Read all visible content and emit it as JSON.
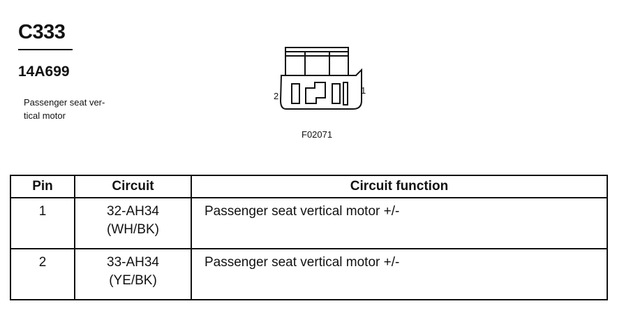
{
  "header": {
    "connector_id": "C333",
    "part_number": "14A699",
    "description_lines": [
      "Passenger seat ver-",
      "tical motor"
    ]
  },
  "figure": {
    "id": "F02071",
    "pin_left_label": "2",
    "pin_right_label": "1"
  },
  "table": {
    "columns": [
      "Pin",
      "Circuit",
      "Circuit function"
    ],
    "rows": [
      {
        "pin": "1",
        "circuit": "32-AH34",
        "wire": "(WH/BK)",
        "function": "Passenger seat vertical motor +/-"
      },
      {
        "pin": "2",
        "circuit": "33-AH34",
        "wire": "(YE/BK)",
        "function": "Passenger seat vertical motor +/-"
      }
    ]
  }
}
